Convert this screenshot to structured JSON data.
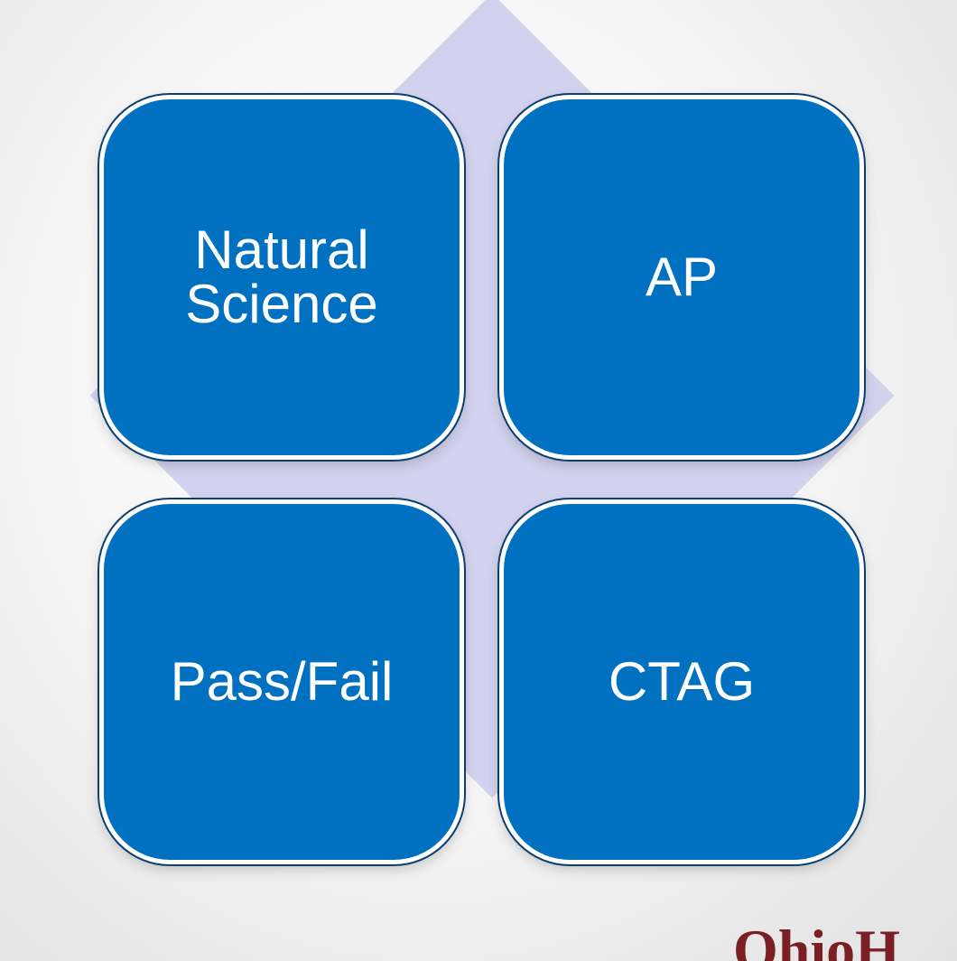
{
  "tiles": [
    {
      "label": "Natural Science"
    },
    {
      "label": "AP"
    },
    {
      "label": "Pass/Fail"
    },
    {
      "label": "CTAG"
    }
  ],
  "logo": {
    "text": "OhioH"
  },
  "colors": {
    "tile_fill": "#0070c0",
    "tile_border": "#ffffff",
    "diamond": "#d2d2ee",
    "logo": "#7a1f24"
  }
}
